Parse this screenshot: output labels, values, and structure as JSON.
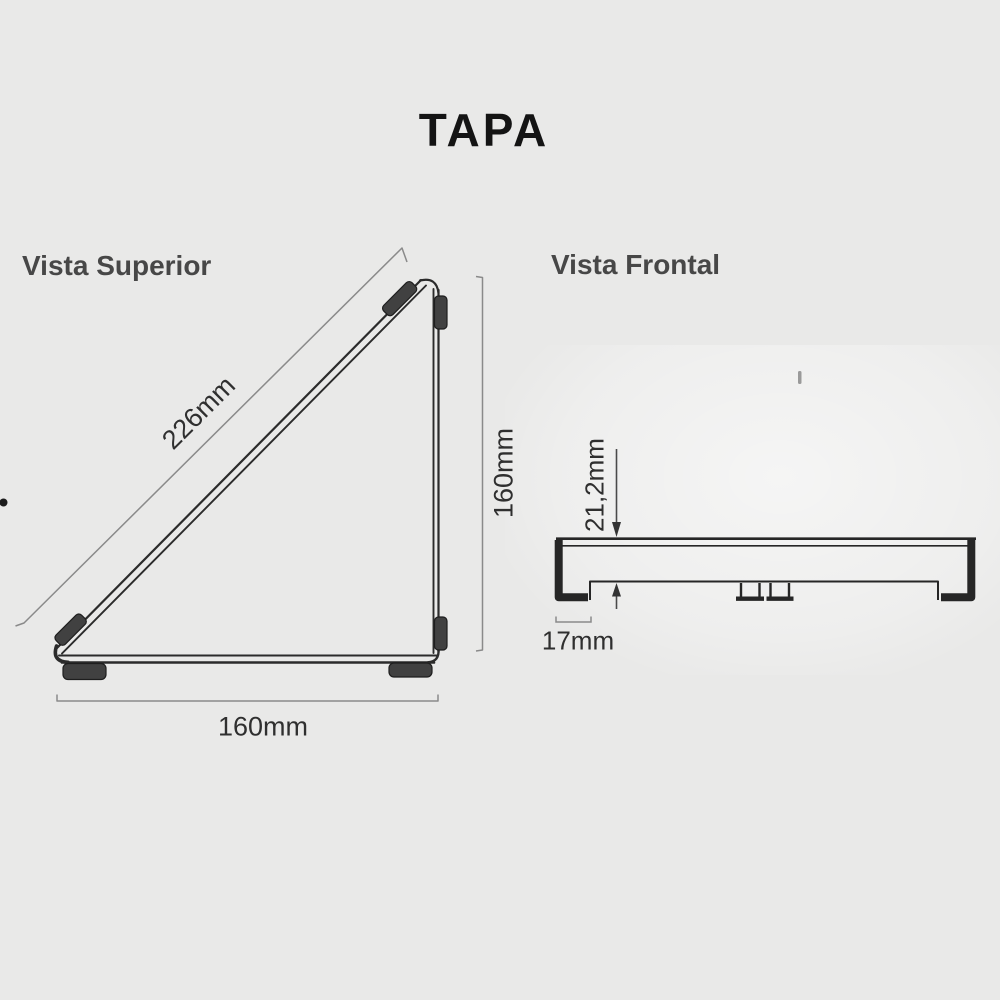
{
  "title": "TAPA",
  "views": {
    "superior": {
      "label": "Vista Superior",
      "dimensions": {
        "hypotenuse": "226mm",
        "side_vertical": "160mm",
        "side_horizontal": "160mm"
      }
    },
    "frontal": {
      "label": "Vista Frontal",
      "dimensions": {
        "total_height": "21,2mm",
        "foot_width": "17mm"
      }
    }
  },
  "colors": {
    "background": "#e9e9e8",
    "part_outline": "#2b2b2b",
    "part_fill_dark": "#414141",
    "dimension_line": "#8a8a8a",
    "title_text": "#141414",
    "view_label_text": "#474747",
    "dimension_text": "#2f2f2f"
  }
}
